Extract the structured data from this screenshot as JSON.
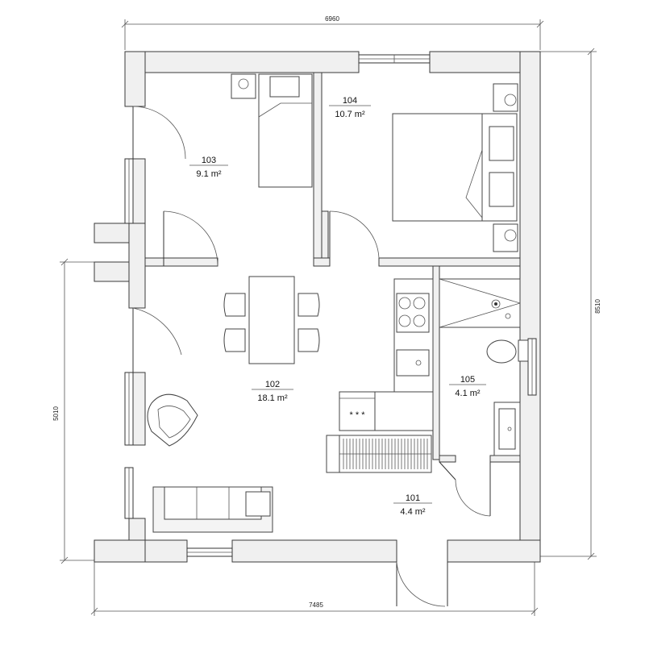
{
  "dimensions": {
    "top": "6960",
    "right": "8510",
    "left": "5010",
    "bottom": "7485"
  },
  "rooms": [
    {
      "number": "101",
      "area": "4.4 m²"
    },
    {
      "number": "102",
      "area": "18.1 m²"
    },
    {
      "number": "103",
      "area": "9.1 m²"
    },
    {
      "number": "104",
      "area": "10.7 m²"
    },
    {
      "number": "105",
      "area": "4.1 m²"
    }
  ],
  "stove_symbol": "* * *"
}
